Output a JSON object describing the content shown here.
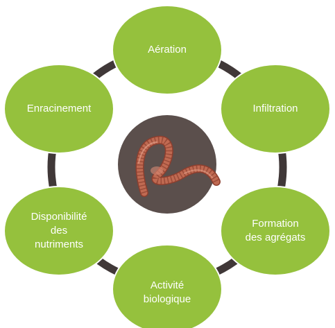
{
  "diagram": {
    "colors": {
      "node_fill": "#95c13d",
      "node_stroke": "#ffffff",
      "ring": "#403838",
      "center_fill": "#5b4f4c",
      "worm_body": "#b3604a",
      "worm_stripes": "#7a3325",
      "label_text": "#ffffff"
    },
    "center": {
      "icon": "earthworm-image"
    },
    "nodes": [
      {
        "id": "aeration",
        "label": "Aération"
      },
      {
        "id": "infiltration",
        "label": "Infiltration"
      },
      {
        "id": "formation",
        "label": "Formation\ndes agrégats"
      },
      {
        "id": "activite",
        "label": "Activité\nbiologique"
      },
      {
        "id": "disponibilite",
        "label": "Disponibilité\ndes\nnutriments"
      },
      {
        "id": "enracinement",
        "label": "Enracinement"
      }
    ]
  }
}
